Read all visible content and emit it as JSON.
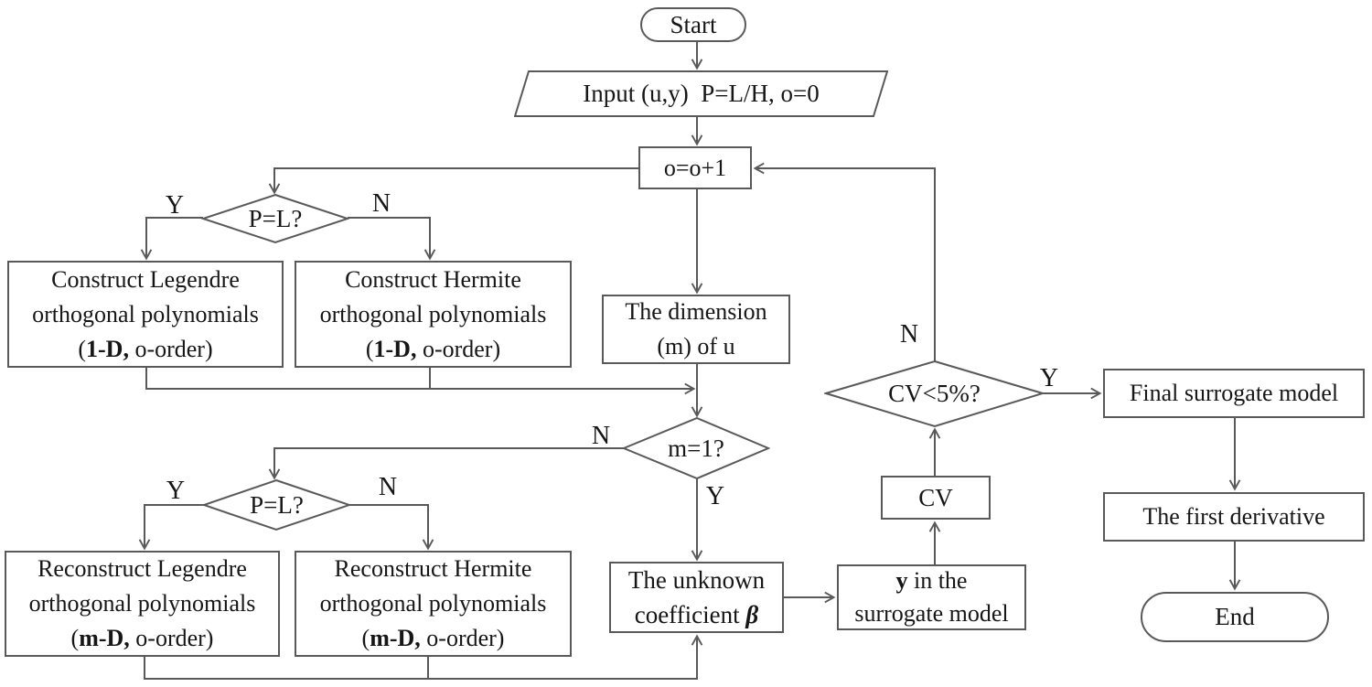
{
  "colors": {
    "line": "#595959",
    "text": "#161616",
    "background": "#ffffff"
  },
  "labels": {
    "yes": "Y",
    "no": "N"
  },
  "nodes": {
    "start": {
      "text": "Start"
    },
    "input": {
      "text": "Input (u,y)  P=L/H, o=0"
    },
    "increment": {
      "text": "o=o+1"
    },
    "decision_p_eq_l_1": {
      "text": "P=L?"
    },
    "construct_legendre": {
      "line1": "Construct Legendre",
      "line2": "orthogonal polynomials",
      "open": "(",
      "bold": "1-D,",
      "rest": " o-order)"
    },
    "construct_hermite": {
      "line1": "Construct Hermite",
      "line2": "orthogonal polynomials",
      "open": "(",
      "bold": "1-D,",
      "rest": " o-order)"
    },
    "dimension": {
      "line1": "The dimension",
      "line2": "(m) of u"
    },
    "decision_m_eq_1": {
      "text": "m=1?"
    },
    "decision_p_eq_l_2": {
      "text": "P=L?"
    },
    "reconstruct_legendre": {
      "line1": "Reconstruct Legendre",
      "line2": "orthogonal polynomials",
      "open": "(",
      "bold": "m-D,",
      "rest": " o-order)"
    },
    "reconstruct_hermite": {
      "line1": "Reconstruct Hermite",
      "line2": "orthogonal polynomials",
      "open": "(",
      "bold": "m-D,",
      "rest": " o-order)"
    },
    "unknown_coefficient": {
      "line1": "The unknown",
      "line2_prefix": "coefficient ",
      "line2_bold": "β"
    },
    "y_surrogate": {
      "line1_bold": "y",
      "line1_rest": " in the",
      "line2": "surrogate model"
    },
    "cv": {
      "text": "CV"
    },
    "decision_cv": {
      "text": "CV<5%?"
    },
    "final_model": {
      "text": "Final surrogate model"
    },
    "first_derivative": {
      "text": "The first derivative"
    },
    "end": {
      "text": "End"
    }
  }
}
